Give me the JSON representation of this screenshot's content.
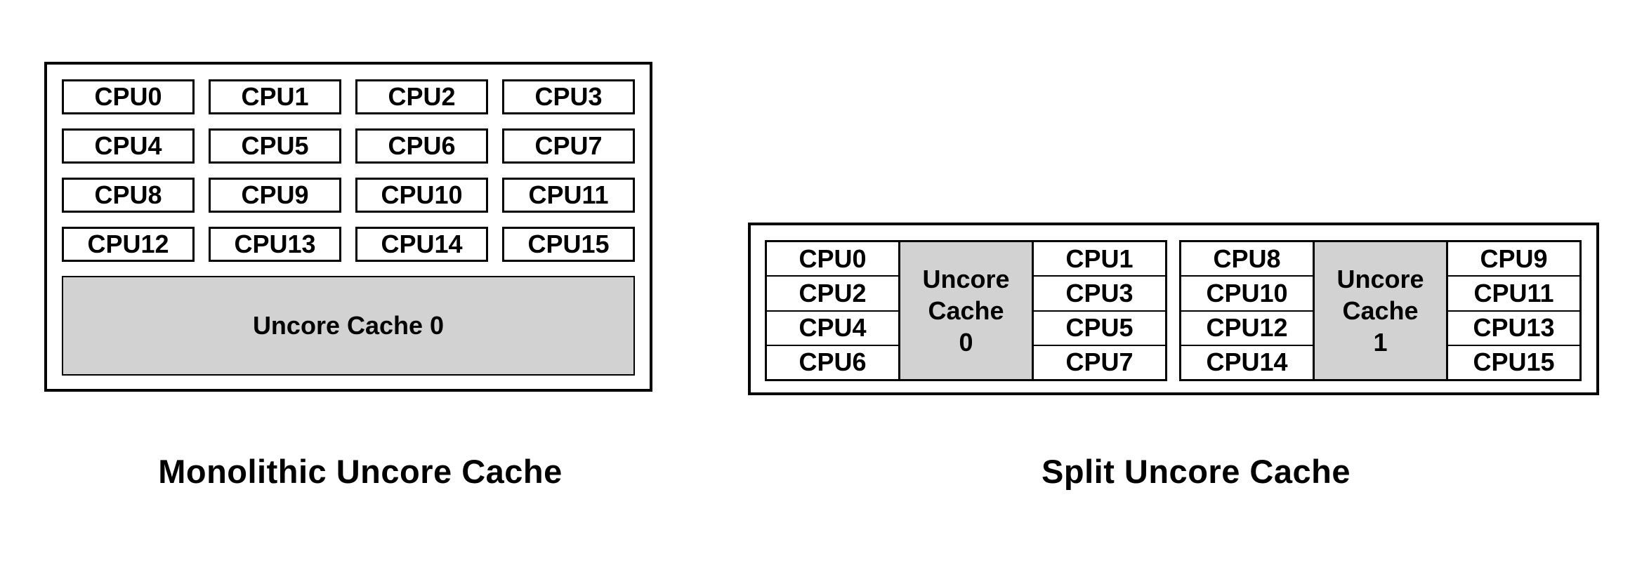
{
  "left_diagram": {
    "caption": "Monolithic Uncore Cache",
    "cpus": [
      "CPU0",
      "CPU1",
      "CPU2",
      "CPU3",
      "CPU4",
      "CPU5",
      "CPU6",
      "CPU7",
      "CPU8",
      "CPU9",
      "CPU10",
      "CPU11",
      "CPU12",
      "CPU13",
      "CPU14",
      "CPU15"
    ],
    "uncore_label": "Uncore Cache 0"
  },
  "right_diagram": {
    "caption": "Split Uncore Cache",
    "groups": [
      {
        "left_cpus": [
          "CPU0",
          "CPU2",
          "CPU4",
          "CPU6"
        ],
        "uncore_lines": [
          "Uncore",
          "Cache",
          "0"
        ],
        "right_cpus": [
          "CPU1",
          "CPU3",
          "CPU5",
          "CPU7"
        ]
      },
      {
        "left_cpus": [
          "CPU8",
          "CPU10",
          "CPU12",
          "CPU14"
        ],
        "uncore_lines": [
          "Uncore",
          "Cache",
          "1"
        ],
        "right_cpus": [
          "CPU9",
          "CPU11",
          "CPU13",
          "CPU15"
        ]
      }
    ]
  },
  "colors": {
    "background": "#ffffff",
    "border": "#000000",
    "uncore_fill": "#d2d2d2",
    "text": "#000000"
  }
}
